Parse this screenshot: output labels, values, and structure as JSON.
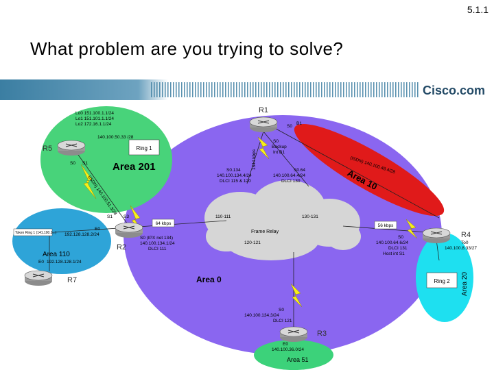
{
  "slide_number": "5.1.1",
  "title": "What problem are you trying to solve?",
  "logo_text": "Cisco.com",
  "routers": {
    "r1": "R1",
    "r2": "R2",
    "r3": "R3",
    "r4": "R4",
    "r5": "R5",
    "r7": "R7"
  },
  "areas": {
    "area0": "Area 0",
    "area201": "Area 201",
    "area110": "Area 110",
    "area10": "Area 10",
    "area20": "Area 20",
    "area51": "Area 51"
  },
  "cloud_label": "Frame Relay",
  "rings": {
    "ring1": "Ring 1",
    "ring2": "Ring 2"
  },
  "labels": {
    "r5_loopbacks": [
      "Lo0 151.100.1.1/24",
      "Lo1 151.101.1.1/24",
      "Lo2 172.16.1.1/24"
    ],
    "r5_net": "140.100.50.33 /28",
    "r5_s0": "S0",
    "r5_s1": "S1",
    "isdn_201": "(ISDN) 140.100.51.3/28",
    "r1_s0": "S0",
    "r1_s0_text": [
      "S0",
      "Backup",
      "Int B1"
    ],
    "r1_b1": "B1",
    "r1_bw": "1544 kbps",
    "r1_s0134": [
      "S0.134",
      "140.100.134.4/24",
      "DLCI 115 & 120"
    ],
    "r1_s064": [
      "S0.64",
      "140.100.64.4/24",
      "DLCI 130"
    ],
    "isdn_10": "(ISDN) 140.100.48.4/28",
    "r2_s1": "S1",
    "r2_s3": "S3",
    "r2_64k": "64 kbps",
    "r2_e0": "E0",
    "r2_net_110": "192.128.128.2/24",
    "r2_s0": [
      "S0 (IPX net 134)",
      "140.100.134.1/24",
      "DLCI 111"
    ],
    "r7_net": "192.128.128.1/24",
    "r7_e0": "E0",
    "r7_dlci": "Token Ring 1 (141.100.1...)",
    "dlci_110": "110-111",
    "dlci_130": "130-131",
    "dlci_120": "120-121",
    "r4_bw": "56 kbps",
    "r4_s0": [
      "S0",
      "140.100.64.6/24",
      "DLCI 131",
      "Host int S1"
    ],
    "r4_to0": [
      "To0",
      "140.100.8.33/27"
    ],
    "r3_s0": [
      "S0",
      "140.100.134.3/24",
      "DLCI 121"
    ],
    "r3_e0": "E0",
    "r3_net": "140.100.36.0/24"
  },
  "colors": {
    "area0": "#8a66f0",
    "area201": "#48d37a",
    "area110": "#2ea4d8",
    "area10": "#e01a1a",
    "area20": "#1ee0f0",
    "area51": "#3cd27a",
    "cloud": "#d6d6d6",
    "lightning": "#f6ef1a",
    "banner": "#3e7fa2",
    "router": "#c8c8c8"
  }
}
